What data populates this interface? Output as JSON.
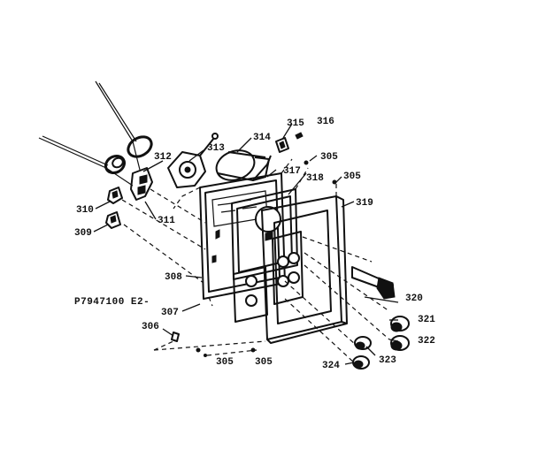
{
  "figure_code": "P7947100 E2-",
  "labels": {
    "305": "305",
    "306": "306",
    "307": "307",
    "308": "308",
    "309": "309",
    "310": "310",
    "311": "311",
    "312": "312",
    "313": "313",
    "314": "314",
    "315": "315",
    "316": "316",
    "317": "317",
    "318": "318",
    "319": "319",
    "320": "320",
    "321": "321",
    "322": "322",
    "323": "323",
    "324": "324"
  }
}
